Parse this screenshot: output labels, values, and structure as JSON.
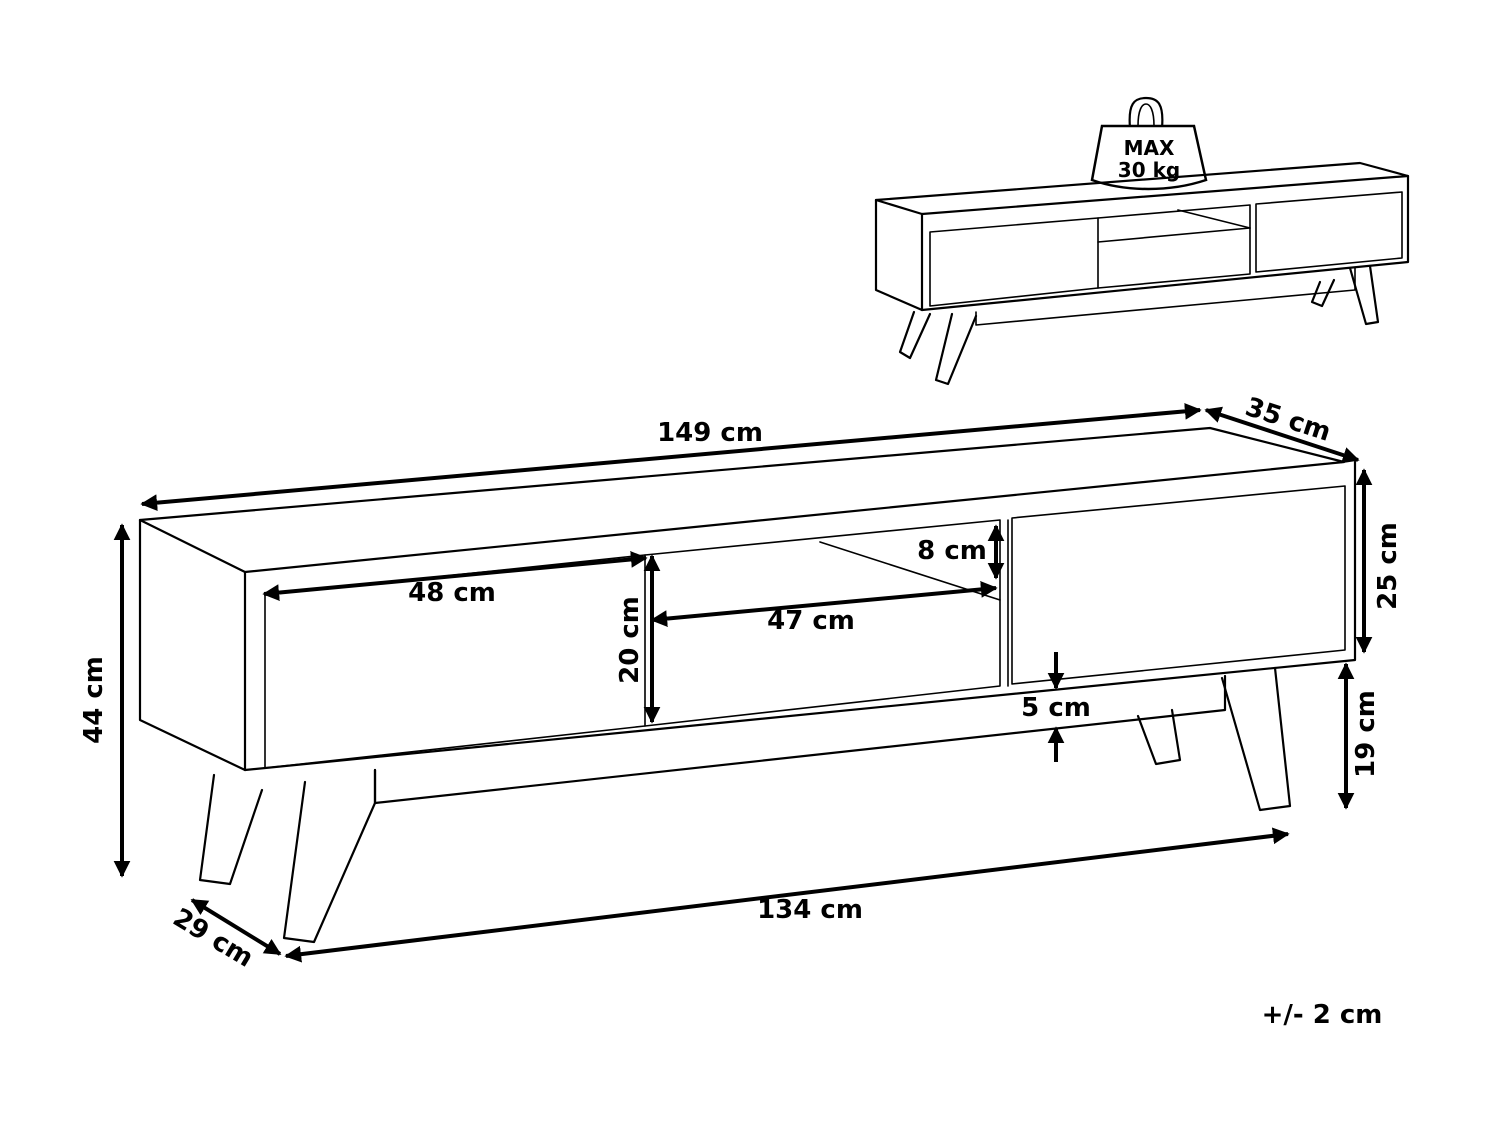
{
  "weight_badge": {
    "line1": "MAX",
    "line2": "30 kg"
  },
  "dimensions": {
    "top_width": "149 cm",
    "depth_top": "35 cm",
    "height_total": "44 cm",
    "body_height": "25 cm",
    "leg_height": "19 cm",
    "drawer_width": "48 cm",
    "shelf_height": "8 cm",
    "opening_height": "20 cm",
    "opening_width": "47 cm",
    "plinth_height": "5 cm",
    "leg_span": "134 cm",
    "leg_depth": "29 cm"
  },
  "tolerance": "+/- 2 cm"
}
